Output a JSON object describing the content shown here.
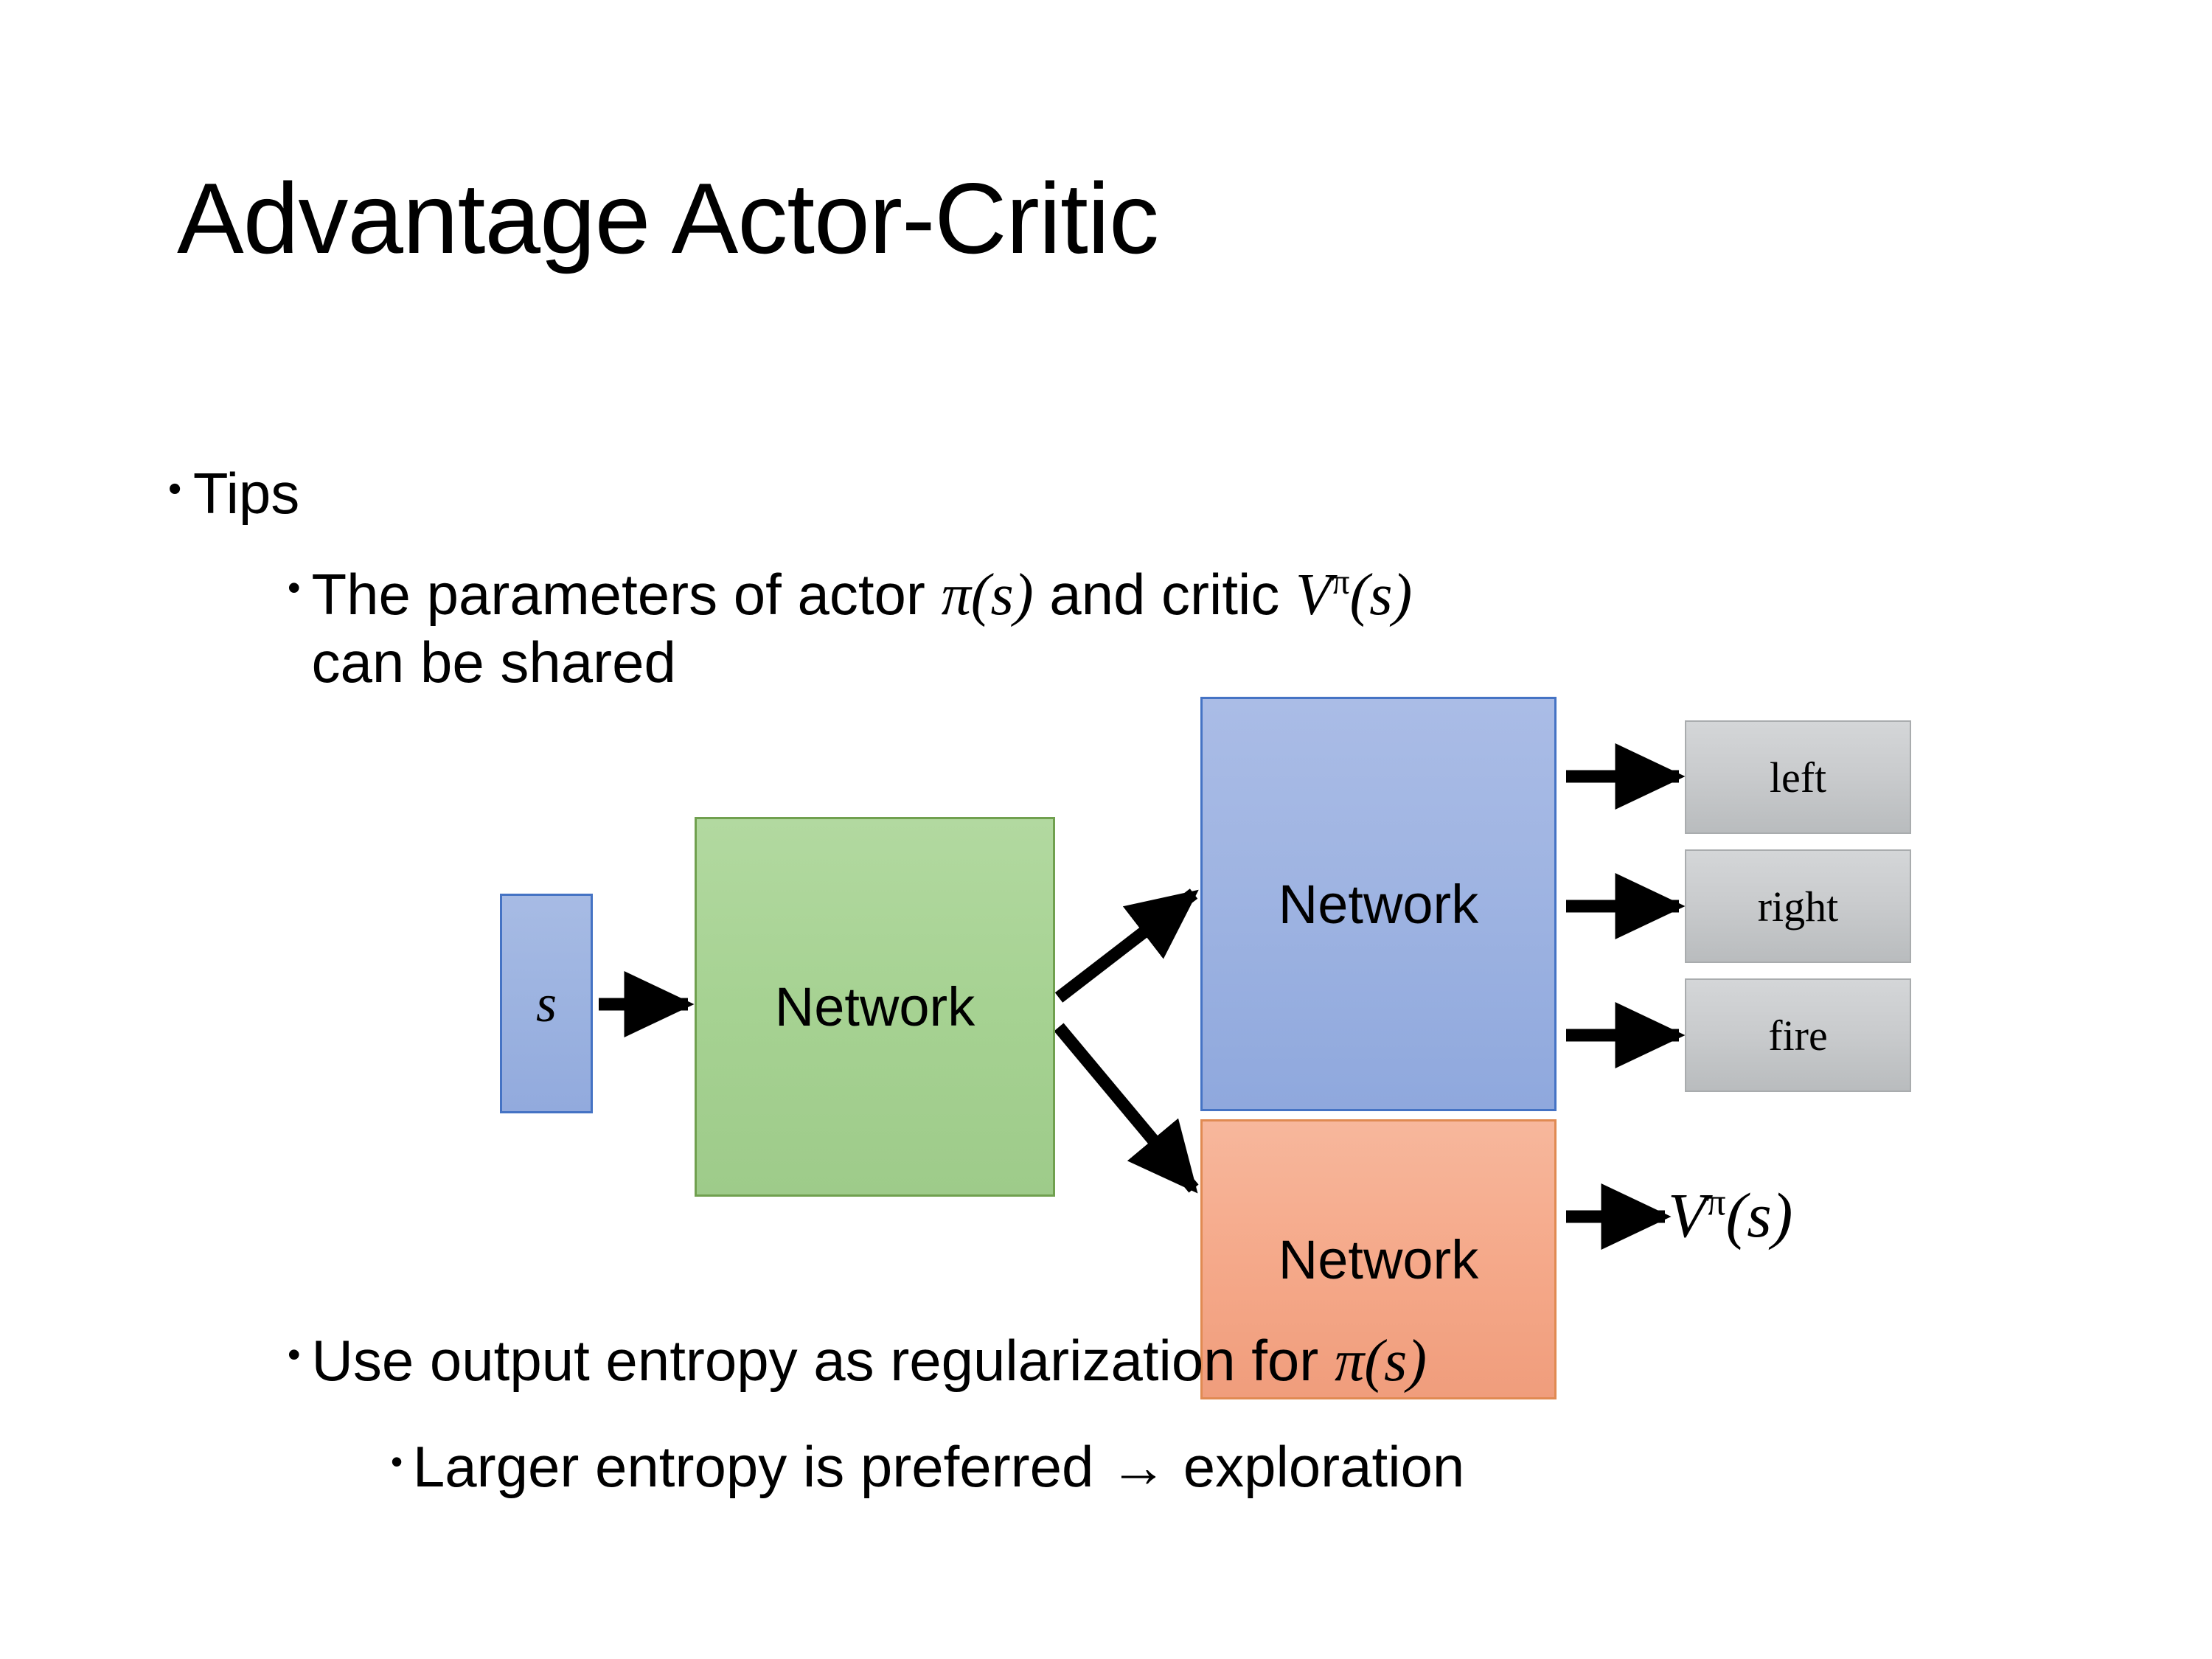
{
  "slide": {
    "title": "Advantage Actor-Critic",
    "background_color": "#ffffff",
    "text_color": "#000000"
  },
  "bullets": {
    "tips": {
      "marker": "•",
      "text": "Tips",
      "level": 1
    },
    "shared": {
      "marker": "•",
      "level": 2,
      "line1_prefix": "The parameters of actor ",
      "math_actor": "π(s)",
      "line1_middle": "  and critic ",
      "math_critic_base": "V",
      "math_critic_sup": "π",
      "math_critic_arg": "(s)",
      "line2": "can be shared"
    },
    "entropy": {
      "marker": "•",
      "level": 2,
      "text_prefix": "Use output entropy as regularization for ",
      "math_actor": "π(s)"
    },
    "larger": {
      "marker": "•",
      "level": 3,
      "text": "Larger entropy is preferred → exploration"
    }
  },
  "diagram": {
    "state_box": {
      "label": "s",
      "fill": "#9bb2e0",
      "border": "#4573c4"
    },
    "shared_network": {
      "label": "Network",
      "fill": "#a6d292",
      "border": "#70a04f"
    },
    "actor_network": {
      "label": "Network",
      "fill": "#9fb4e2",
      "border": "#4573c4"
    },
    "critic_network": {
      "label": "Network",
      "fill": "#f5a98a",
      "border": "#e08a52"
    },
    "actions": [
      {
        "label": "left",
        "fill": "#c9cbcd",
        "border": "#a9acae"
      },
      {
        "label": "right",
        "fill": "#c9cbcd",
        "border": "#a9acae"
      },
      {
        "label": "fire",
        "fill": "#c9cbcd",
        "border": "#a9acae"
      }
    ],
    "critic_output": {
      "base": "V",
      "superscript": "π",
      "argument": "(s)"
    },
    "arrow_color": "#000000"
  }
}
